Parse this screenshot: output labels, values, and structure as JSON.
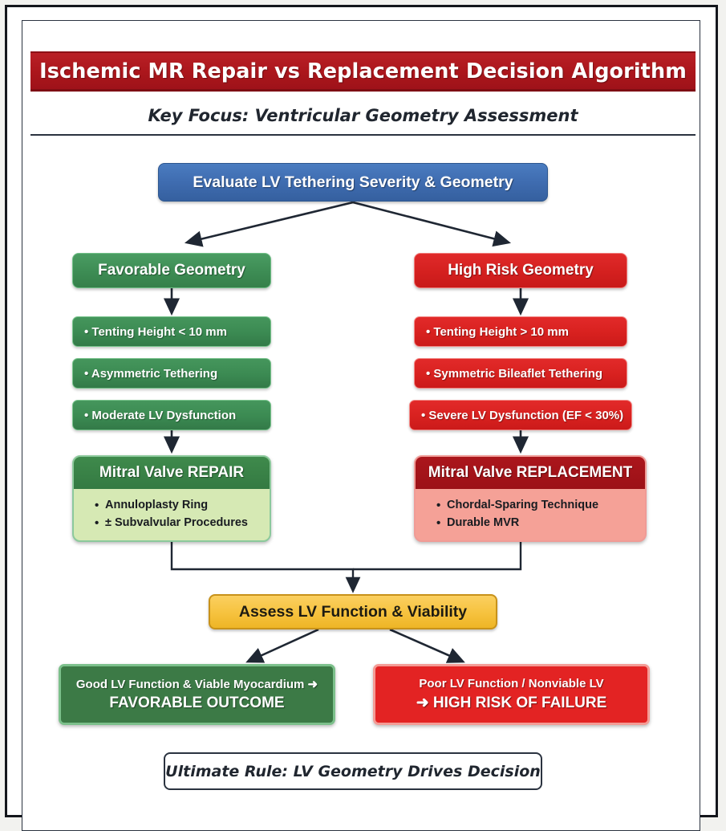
{
  "header": {
    "title": "Ischemic MR Repair vs Replacement Decision Algorithm",
    "subtitle": "Key Focus: Ventricular Geometry Assessment"
  },
  "root": {
    "label": "Evaluate LV Tethering Severity & Geometry"
  },
  "branches": {
    "left": {
      "header": "Favorable Geometry",
      "criteria": [
        "• Tenting Height < 10 mm",
        "• Asymmetric Tethering",
        "• Moderate LV Dysfunction"
      ],
      "treatment": {
        "title": "Mitral Valve REPAIR",
        "items": [
          "Annuloplasty Ring",
          "± Subvalvular Procedures"
        ]
      }
    },
    "right": {
      "header": "High Risk Geometry",
      "criteria": [
        "• Tenting Height > 10 mm",
        "• Symmetric Bileaflet Tethering",
        "• Severe LV Dysfunction (EF < 30%)"
      ],
      "treatment": {
        "title": "Mitral Valve REPLACEMENT",
        "items": [
          "Chordal-Sparing Technique",
          "Durable MVR"
        ]
      }
    }
  },
  "assessment": {
    "label": "Assess LV Function & Viability"
  },
  "outcomes": {
    "favorable": {
      "line1": "Good LV Function & Viable Myocardium ➜",
      "line2": "FAVORABLE OUTCOME"
    },
    "failure": {
      "line1": "Poor LV Function / Nonviable LV",
      "line2": "➜ HIGH RISK OF FAILURE"
    }
  },
  "footer": {
    "rule": "Ultimate Rule: LV Geometry Drives Decision"
  },
  "colors": {
    "title_red": "#ab161c",
    "branch_blue": "#3f6cb0",
    "favorable_green": "#3b8a52",
    "high_risk_red": "#d8211f",
    "assessment_yellow": "#f6c23e",
    "connector": "#1f2733"
  }
}
